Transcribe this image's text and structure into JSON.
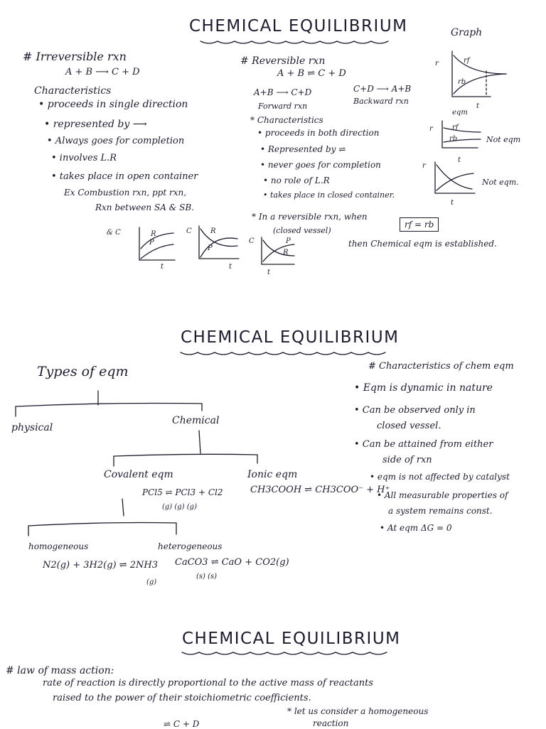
{
  "page1": {
    "title": "CHEMICAL EQUILIBRIUM",
    "graph_label": "Graph",
    "irreversible": {
      "heading": "# Irreversible rxn",
      "equation": "A + B ⟶ C + D",
      "char_heading": "Characteristics",
      "items": [
        "• proceeds in single direction",
        "• represented by ⟶",
        "• Always goes for completion",
        "• involves L.R",
        "• takes place in open container"
      ],
      "example_1": "Ex  Combustion rxn, ppt rxn,",
      "example_2": "Rxn between SA & SB."
    },
    "reversible": {
      "heading": "# Reversible rxn",
      "equation": "A + B ⇌ C + D",
      "forward_eq": "A+B ⟶ C+D",
      "forward_label": "Forward rxn",
      "backward_eq": "C+D ⟶ A+B",
      "backward_label": "Backward rxn",
      "char_heading": "* Characteristics",
      "items": [
        "• proceeds in both direction",
        "• Represented by ⇌",
        "• never goes for completion",
        "• no role of L.R",
        "• takes place in closed container."
      ],
      "note_1": "* In a reversible rxn, when",
      "note_box": "rf = rb",
      "note_2": "(closed vessel)",
      "note_3": "then Chemical eqm is established."
    },
    "side_graphs": {
      "eqm_label": "eqm",
      "not_eqm_1": "Not eqm",
      "not_eqm_2": "Not eqm."
    }
  },
  "page2": {
    "title": "CHEMICAL EQUILIBRIUM",
    "types_heading": "Types of eqm",
    "physical": "physical",
    "chemical": "Chemical",
    "covalent": "Covalent eqm",
    "ionic": "Ionic eqm",
    "covalent_eq": "PCl5 ⇌ PCl3 + Cl2",
    "covalent_states": "(g)      (g)      (g)",
    "ionic_eq": "CH3COOH ⇌ CH3COO⁻ + H⁺",
    "homogeneous": "homogeneous",
    "heterogeneous": "heterogeneous",
    "homo_eq": "N2(g) + 3H2(g) ⇌ 2NH3",
    "homo_state": "(g)",
    "hetero_eq": "CaCO3 ⇌ CaO + CO2(g)",
    "hetero_states": "(s)       (s)",
    "char_heading": "# Characteristics of chem eqm",
    "items": [
      "• Eqm is dynamic in nature",
      "• Can be observed only in",
      "closed vessel.",
      "• Can be attained from either",
      "side of rxn",
      "• eqm is not affected by catalyst",
      "• All measurable properties of",
      "a system remains const.",
      "• At eqm ΔG = 0"
    ]
  },
  "page3": {
    "title": "CHEMICAL EQUILIBRIUM",
    "law_heading": "# law of mass action:",
    "law_1": "rate of reaction is directly proportional to the active mass of reactants",
    "law_2": "raised to the power of their stoichiometric coefficients.",
    "note": "* let us consider a homogeneous",
    "note_2": "reaction",
    "bottom_eq": "⇌ C + D"
  }
}
